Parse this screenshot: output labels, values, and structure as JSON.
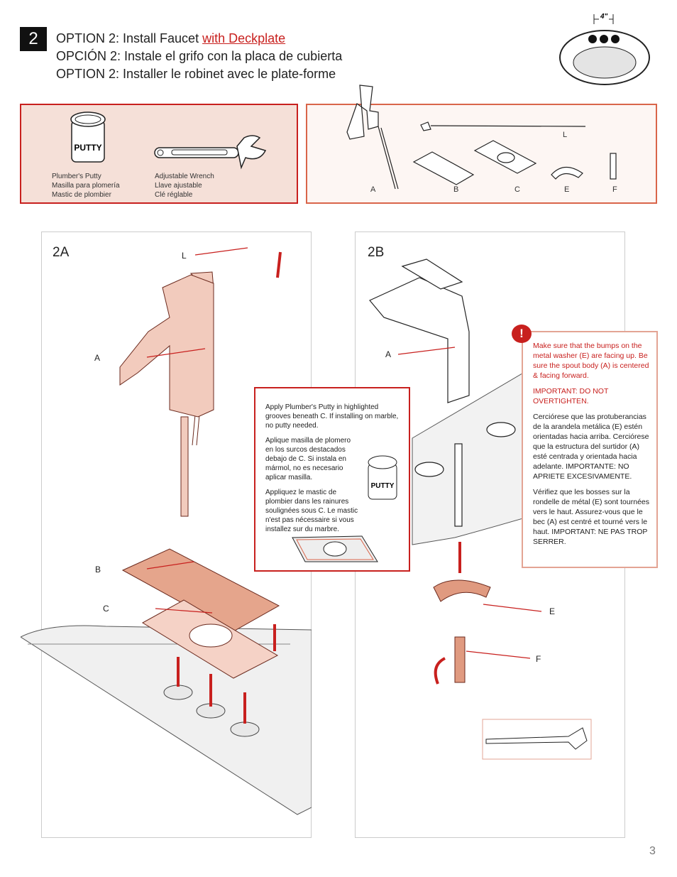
{
  "step": {
    "number": "2"
  },
  "titles": {
    "en_prefix": "OPTION 2: Install Faucet ",
    "en_link": "with Deckplate",
    "es": "OPCIÓN 2: Instale el grifo con la placa de cubierta",
    "fr": "OPTION 2: Installer le robinet avec le plate-forme"
  },
  "sink_diagram": {
    "dimension": "4\""
  },
  "tools": [
    {
      "icon": "putty-jar-icon",
      "label_text": "PUTTY",
      "lines": [
        "Plumber's Putty",
        "Masilla para plomería",
        "Mastic de plombier"
      ]
    },
    {
      "icon": "wrench-icon",
      "lines": [
        "Adjustable Wrench",
        "Llave ajustable",
        "Clé réglable"
      ]
    }
  ],
  "parts": [
    "A",
    "B",
    "C",
    "E",
    "F",
    "L"
  ],
  "panel_2a": {
    "title": "2A",
    "callouts": {
      "L": "L",
      "A": "A",
      "B": "B",
      "C": "C"
    }
  },
  "panel_2b": {
    "title": "2B",
    "callouts": {
      "A": "A",
      "E": "E",
      "F": "F"
    }
  },
  "putty_note": {
    "en": "Apply Plumber's Putty in highlighted grooves beneath C. If installing on marble, no putty needed.",
    "es": "Aplique masilla de plomero en los surcos destacados debajo de C. Si instala en mármol, no es necesario aplicar masilla.",
    "fr": "Appliquez le mastic de plombier dans les rainures soulignées sous C. Le mastic n'est pas nécessaire si vous installez sur du marbre.",
    "putty_label": "PUTTY"
  },
  "warning": {
    "icon": "!",
    "en": "Make sure that the bumps on the metal washer (E) are facing up. Be sure the spout body (A) is centered & facing forward.",
    "en_important": "IMPORTANT: DO NOT OVERTIGHTEN.",
    "es": "Cerciórese que las protuberancias de la arandela metálica (E) estén orientadas hacia arriba. Cerciórese que la estructura del surtidor (A) esté centrada y orientada hacia adelante. IMPORTANTE: NO APRIETE EXCESIVAMENTE.",
    "fr": "Vérifiez que les bosses sur la rondelle de métal (E) sont tournées vers le haut. Assurez-vous que le bec (A) est centré et tourné vers le haut. IMPORTANT: NE PAS TROP SERRER."
  },
  "colors": {
    "accent": "#c8201e",
    "tools_bg": "#f5e0d8",
    "part_fill": "#f2cbbd"
  },
  "page_number": "3"
}
